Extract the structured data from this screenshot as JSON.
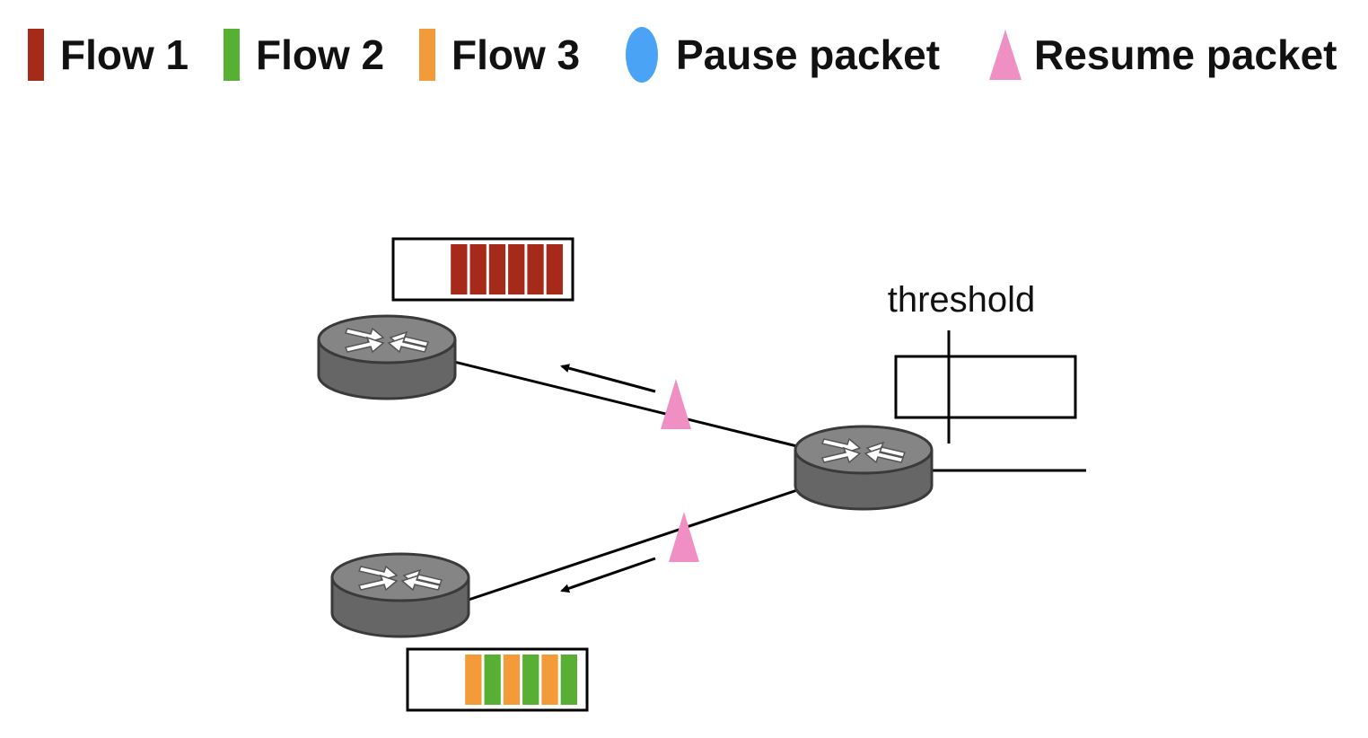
{
  "legend": {
    "flow1": {
      "label": "Flow 1",
      "color": "#a52a1a"
    },
    "flow2": {
      "label": "Flow 2",
      "color": "#57b033"
    },
    "flow3": {
      "label": "Flow 3",
      "color": "#f29b38"
    },
    "pause": {
      "label": "Pause packet",
      "color": "#4aa3f5",
      "icon": "ellipse"
    },
    "resume": {
      "label": "Resume packet",
      "color": "#f08fc4",
      "icon": "triangle"
    }
  },
  "diagram": {
    "threshold_label": "threshold",
    "top_queue": [
      "flow1",
      "flow1",
      "flow1",
      "flow1",
      "flow1",
      "flow1"
    ],
    "bottom_queue": [
      "flow3",
      "flow2",
      "flow3",
      "flow2",
      "flow3",
      "flow2"
    ],
    "router_color": "#7a7a7a",
    "router_outline": "#3a3a3a"
  }
}
